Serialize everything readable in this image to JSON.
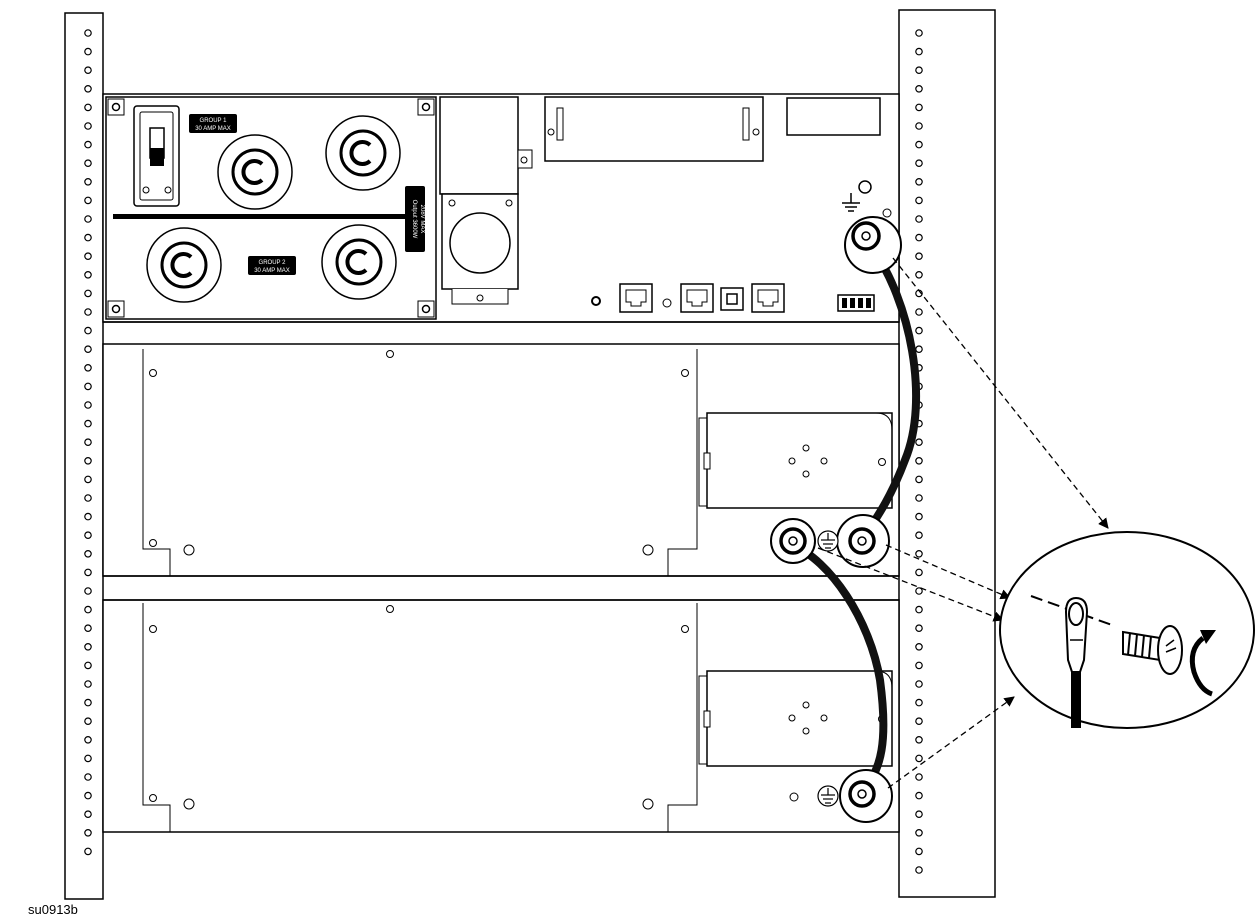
{
  "figure_id": "su0913b",
  "labels": {
    "group1_top": "GROUP 1",
    "group1_bottom": "30 AMP MAX",
    "group2_top": "GROUP 2",
    "group2_bottom": "30 AMP MAX",
    "side_top": "Output 3600W",
    "side_bottom": "208V MAX"
  },
  "icons": [
    "rack-rail-left",
    "rack-rail-right",
    "ups-panel",
    "receptacle",
    "breaker-switch",
    "network-port",
    "usb-port",
    "dip-switch",
    "ground-symbol",
    "ring-terminal",
    "ground-cable",
    "battery-module",
    "magnifier-callout",
    "screw",
    "tighten-arrow"
  ],
  "colors": {
    "line": "#000000",
    "background": "#ffffff",
    "cable": "#111111"
  }
}
